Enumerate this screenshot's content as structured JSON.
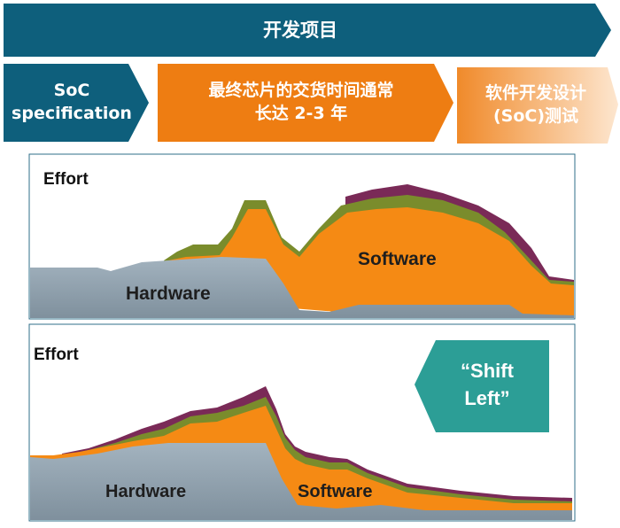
{
  "header": {
    "title": "开发项目"
  },
  "phases": [
    {
      "label_line1": "SoC",
      "label_line2": "specification"
    },
    {
      "label_line1": "最终芯片的交货时间通常",
      "label_line2": "长达 2-3 年"
    },
    {
      "label_line1": "软件开发设计",
      "label_line2": "(SoC)测试"
    }
  ],
  "panels": [
    {
      "y_label": "Effort",
      "hardware_label": "Hardware",
      "software_label": "Software"
    },
    {
      "y_label": "Effort",
      "hardware_label": "Hardware",
      "software_label": "Software"
    }
  ],
  "callout": {
    "line1": "“Shift",
    "line2": "Left”"
  },
  "colors": {
    "banner_dark": "#0e5f7c",
    "phase_orange": "#ee7d12",
    "phase_light": "#f6a85f",
    "hardware": "#8c9daa",
    "software": "#f58a14",
    "green_layer": "#7a8c2c",
    "purple_layer": "#7a2a57",
    "callout": "#2c9e96"
  }
}
